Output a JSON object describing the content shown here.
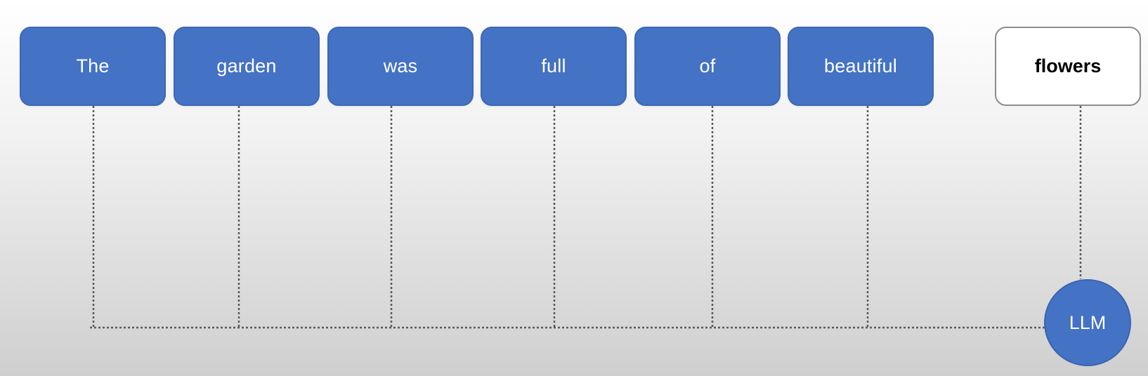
{
  "diagram": {
    "input_tokens": [
      "The",
      "garden",
      "was",
      "full",
      "of",
      "beautiful"
    ],
    "output_token": "flowers",
    "model_label": "LLM"
  },
  "colors": {
    "token_fill": "#4472c4",
    "token_text": "#ffffff",
    "output_fill": "#ffffff",
    "output_border": "#8c8c8c",
    "connector": "#5a5a5a"
  }
}
